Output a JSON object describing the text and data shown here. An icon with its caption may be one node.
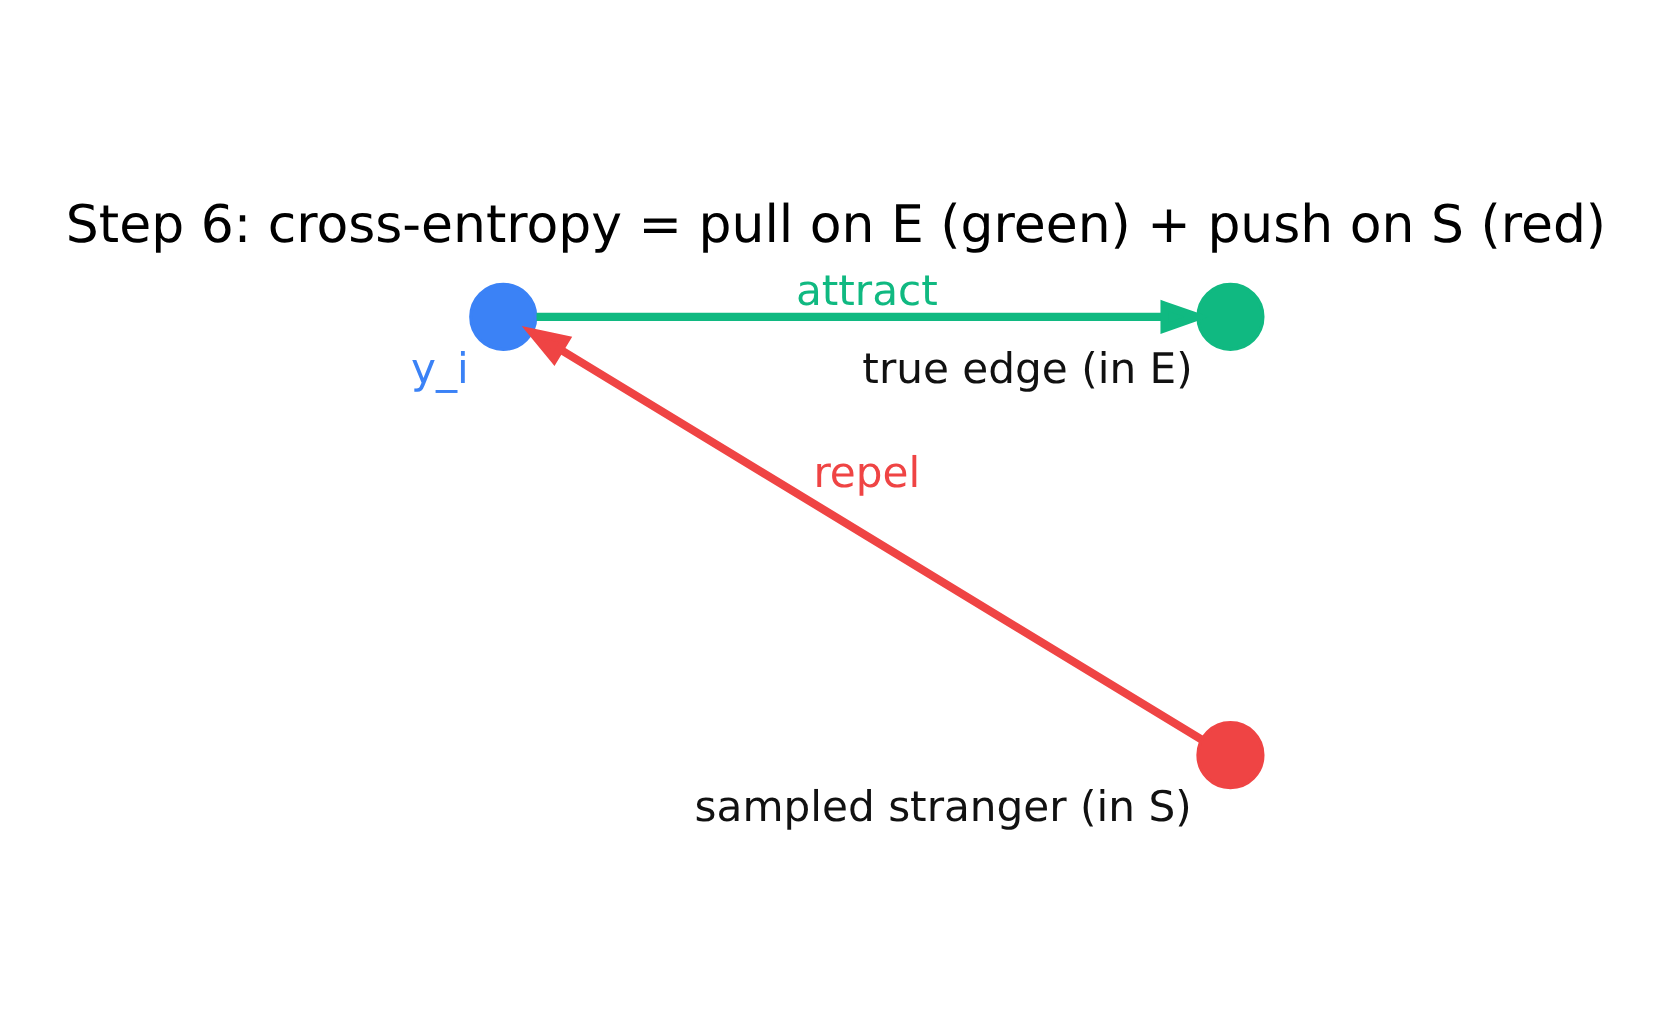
{
  "diagram": {
    "title": "Step 6: cross-entropy = pull on E (green) + push on S (red)",
    "nodes": [
      {
        "text": [],
        "shape": "circle",
        "beside": [
          "y_i"
        ]
      },
      {
        "text": [],
        "shape": "circle",
        "beside": [
          "true edge (in E)"
        ]
      },
      {
        "text": [],
        "shape": "circle",
        "beside": [
          "sampled stranger (in S)"
        ]
      }
    ],
    "edges": [
      {
        "from": 0,
        "to": 1,
        "arrow": "to",
        "label": "attract",
        "color": "#10b981"
      },
      {
        "from": 2,
        "to": 0,
        "arrow": "to",
        "label": "repel",
        "color": "#ef4444"
      }
    ]
  }
}
